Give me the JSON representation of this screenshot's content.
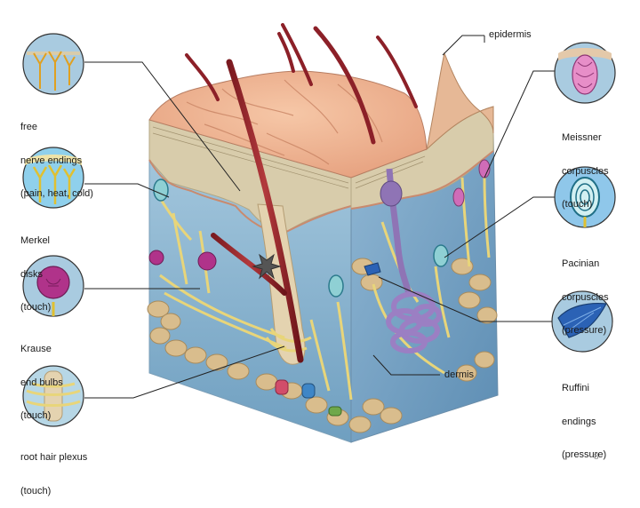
{
  "labels": {
    "free_nerve_endings": [
      "free",
      "nerve endings",
      "(pain, heat, cold)"
    ],
    "merkel_disks": [
      "Merkel",
      "disks",
      "(touch)"
    ],
    "krause_end_bulbs": [
      "Krause",
      "end bulbs",
      "(touch)"
    ],
    "root_hair_plexus": [
      "root hair plexus",
      "(touch)"
    ],
    "epidermis": "epidermis",
    "dermis": "dermis",
    "meissner_corpuscles": [
      "Meissner",
      "corpuscles",
      "(touch)"
    ],
    "pacinian_corpuscles": [
      "Pacinian",
      "corpuscles",
      "(pressure)"
    ],
    "ruffini_endings": [
      "Ruffini",
      "endings",
      "(pressure)"
    ]
  },
  "page_number": "8"
}
